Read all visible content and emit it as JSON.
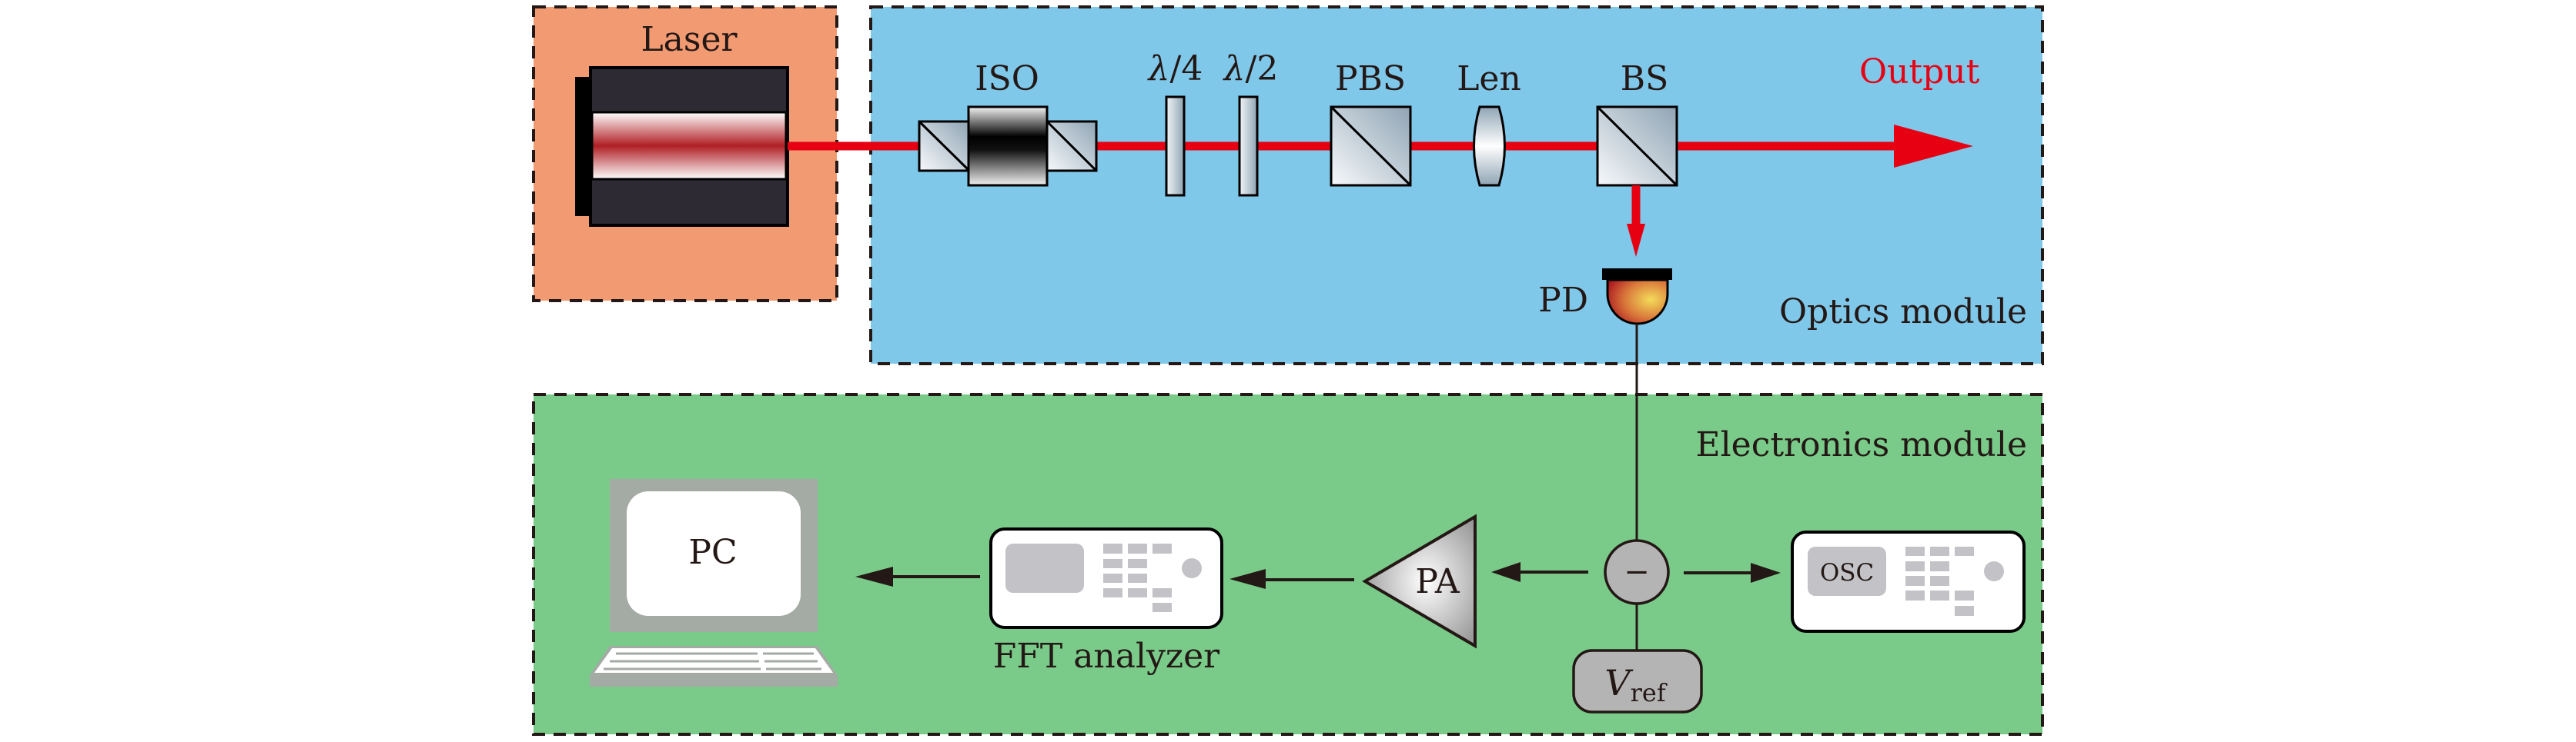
{
  "figure": {
    "modules": {
      "laser": {
        "title": "Laser",
        "color": "#f29a72"
      },
      "optics": {
        "title": "Optics module",
        "color": "#80c8ea"
      },
      "electronics": {
        "title": "Electronics module",
        "color": "#7acb8a"
      }
    },
    "optics": {
      "isolator": "ISO",
      "quarter_wave_plate": {
        "symbol": "λ",
        "rest": "/4"
      },
      "half_wave_plate": {
        "symbol": "λ",
        "rest": "/2"
      },
      "polarizing_beam_splitter": "PBS",
      "lens": "Len",
      "beam_splitter": "BS",
      "output": "Output",
      "photodetector": "PD"
    },
    "electronics": {
      "pc": "PC",
      "fft_analyzer": "FFT analyzer",
      "preamplifier": "PA",
      "subtractor_symbol": "−",
      "reference_voltage": {
        "main": "V",
        "sub": "ref"
      },
      "oscilloscope": "OSC"
    },
    "colors": {
      "beam": "#e60012",
      "instrument_body": "#ffffff",
      "instrument_buttons": "#c3c3c7",
      "pc_gray": "#a4aaa4"
    }
  }
}
